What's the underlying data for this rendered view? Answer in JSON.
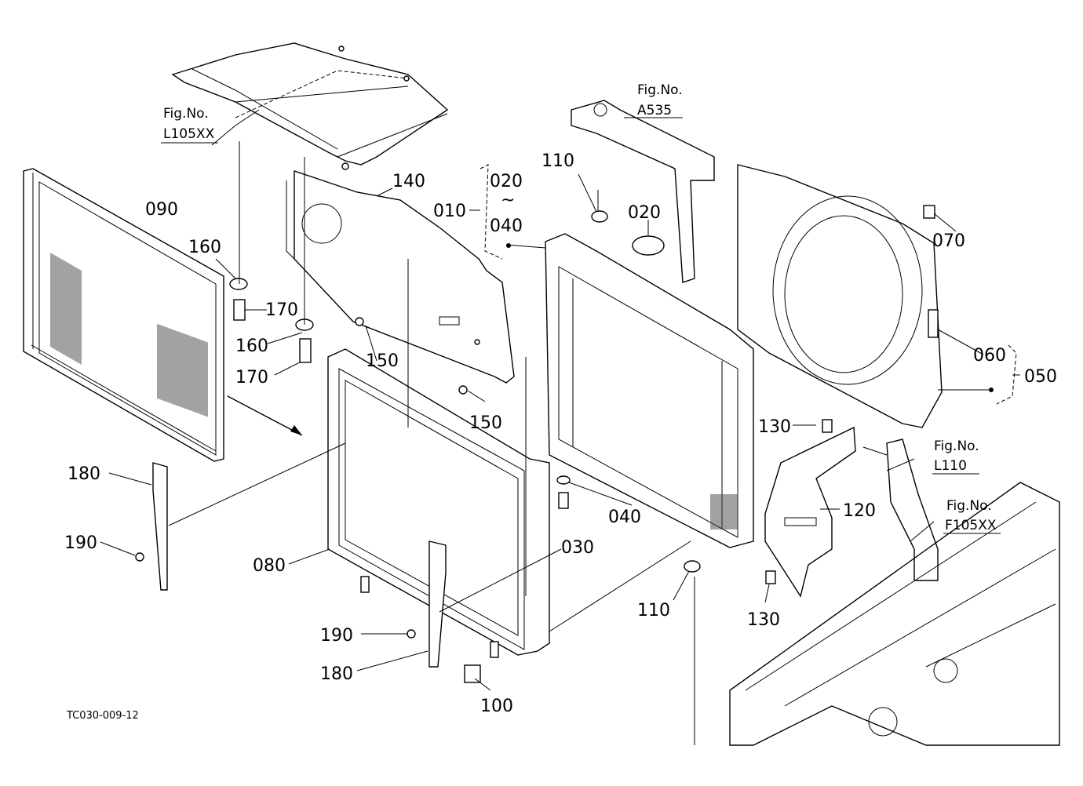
{
  "figure_code": "TC030-009-12",
  "fig_refs": {
    "l105xx": {
      "prefix": "Fig.No.",
      "code": "L105XX"
    },
    "a535": {
      "prefix": "Fig.No.",
      "code": "A535"
    },
    "l110": {
      "prefix": "Fig.No.",
      "code": "L110"
    },
    "f105xx": {
      "prefix": "Fig.No.",
      "code": "F105XX"
    }
  },
  "parts": {
    "p010": "010",
    "p020_range": "020",
    "range_sep": "~",
    "p040_range": "040",
    "p020_cap": "020",
    "p030": "030",
    "p040": "040",
    "p050": "050",
    "p060": "060",
    "p070": "070",
    "p080": "080",
    "p090": "090",
    "p100": "100",
    "p110_top": "110",
    "p110_bottom": "110",
    "p120": "120",
    "p130_top": "130",
    "p130_bottom": "130",
    "p140": "140",
    "p150_upper": "150",
    "p150_lower": "150",
    "p160_upper": "160",
    "p160_lower": "160",
    "p170_upper": "170",
    "p170_lower": "170",
    "p180_left": "180",
    "p180_center": "180",
    "p190_left": "190",
    "p190_center": "190"
  }
}
